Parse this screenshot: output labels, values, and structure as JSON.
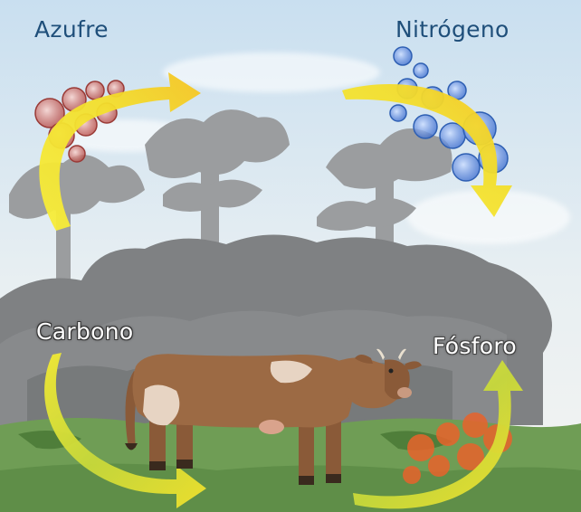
{
  "labels": {
    "azufre": "Azufre",
    "nitrogeno": "Nitrógeno",
    "carbono": "Carbono",
    "fosforo": "Fósforo"
  },
  "colors": {
    "sky": "#cfe3ee",
    "forest": "#7f8183",
    "tree": "#9a9c9e",
    "grass": "#6f9d55",
    "arrow": "#f3e430",
    "sulfur_bubbles": "#c0504d",
    "nitrogen_bubbles": "#4f7fd0",
    "phosphorus_blobs": "#e8632b",
    "cow": "#9c6a44",
    "cow_patch": "#e7d4c3"
  },
  "icons": {
    "arrows": "cycle-arrow-icon",
    "animal": "cow-icon"
  }
}
